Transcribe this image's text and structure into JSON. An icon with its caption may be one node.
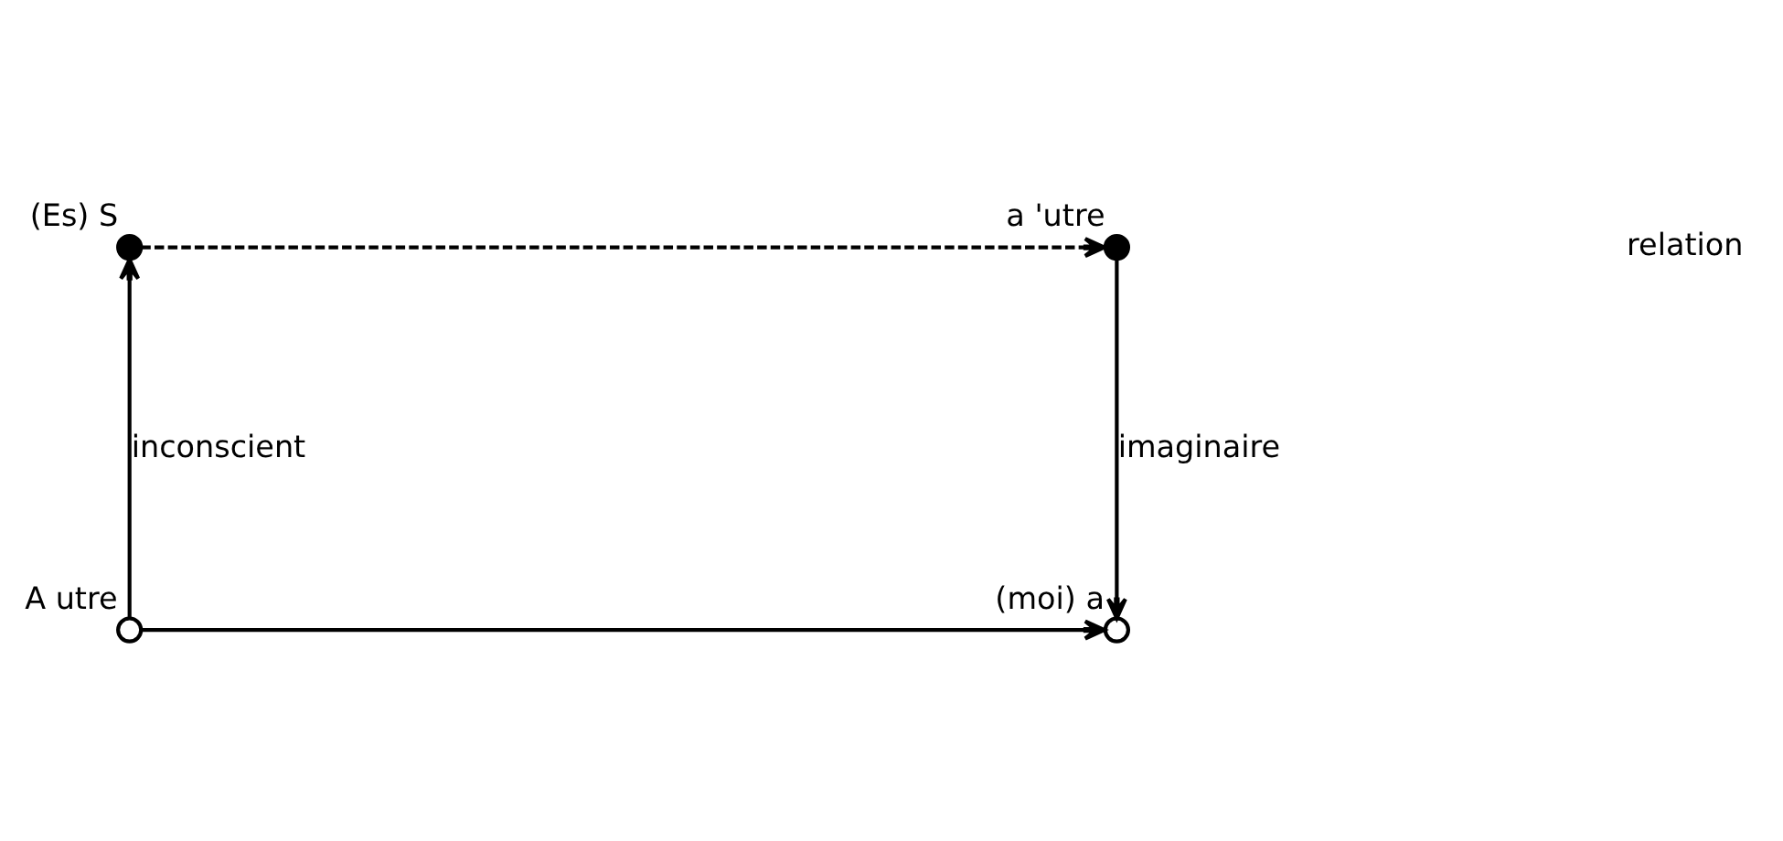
{
  "diagram": {
    "nodes": [
      {
        "text": [
          "(Es) S"
        ]
      },
      {
        "text": [
          "a 'utre"
        ]
      },
      {
        "text": [
          "(moi) a"
        ]
      },
      {
        "text": [
          "A utre"
        ]
      }
    ],
    "edges": [
      {
        "from": 0,
        "to": 1,
        "arrow": "to",
        "style": "dashed"
      },
      {
        "from": 1,
        "to": 2,
        "arrow": "to",
        "label": "imaginaire"
      },
      {
        "from": 3,
        "to": 0,
        "arrow": "to",
        "label": "inconscient"
      },
      {
        "from": 3,
        "to": 2,
        "arrow": "to"
      }
    ],
    "labels": [
      "relation"
    ]
  }
}
